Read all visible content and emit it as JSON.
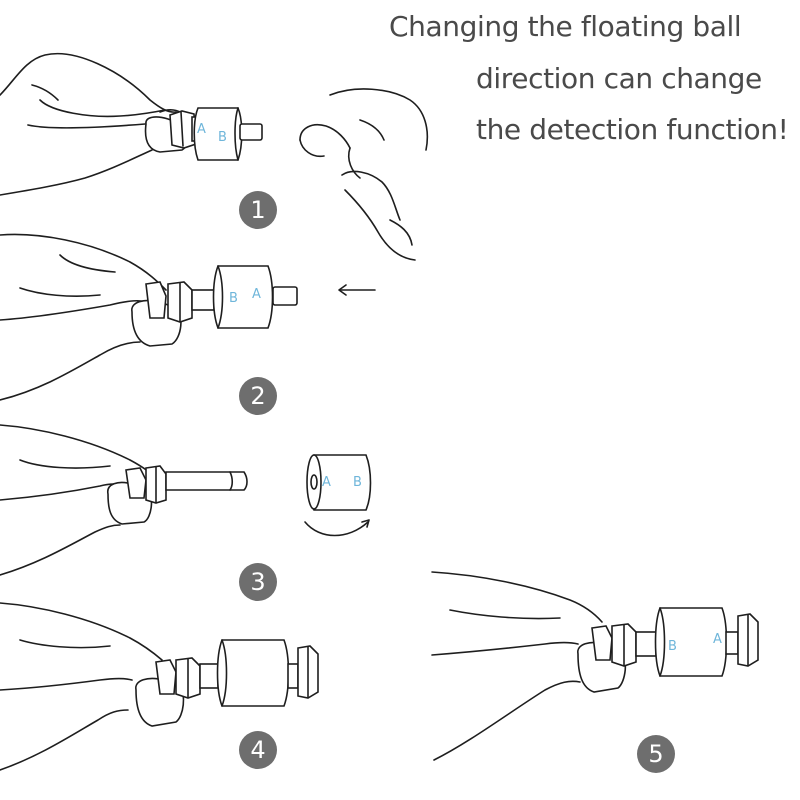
{
  "title": {
    "line1": "Changing the floating ball",
    "line2": "direction can change",
    "line3": "the detection function!"
  },
  "steps": [
    "1",
    "2",
    "3",
    "4",
    "5"
  ],
  "float_labels": {
    "a": "A",
    "b": "B"
  },
  "colors": {
    "badge": "#6e6e6e",
    "title_text": "#4a4a4a",
    "label_text": "#6fb6da",
    "outline": "#1e1e1e"
  }
}
